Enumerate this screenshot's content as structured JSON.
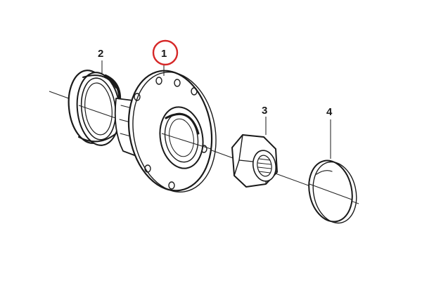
{
  "diagram": {
    "callouts": {
      "part1": "1",
      "part2": "2",
      "part3": "3",
      "part4": "4"
    },
    "highlight_color": "#d62828",
    "highlighted_part": "1"
  }
}
